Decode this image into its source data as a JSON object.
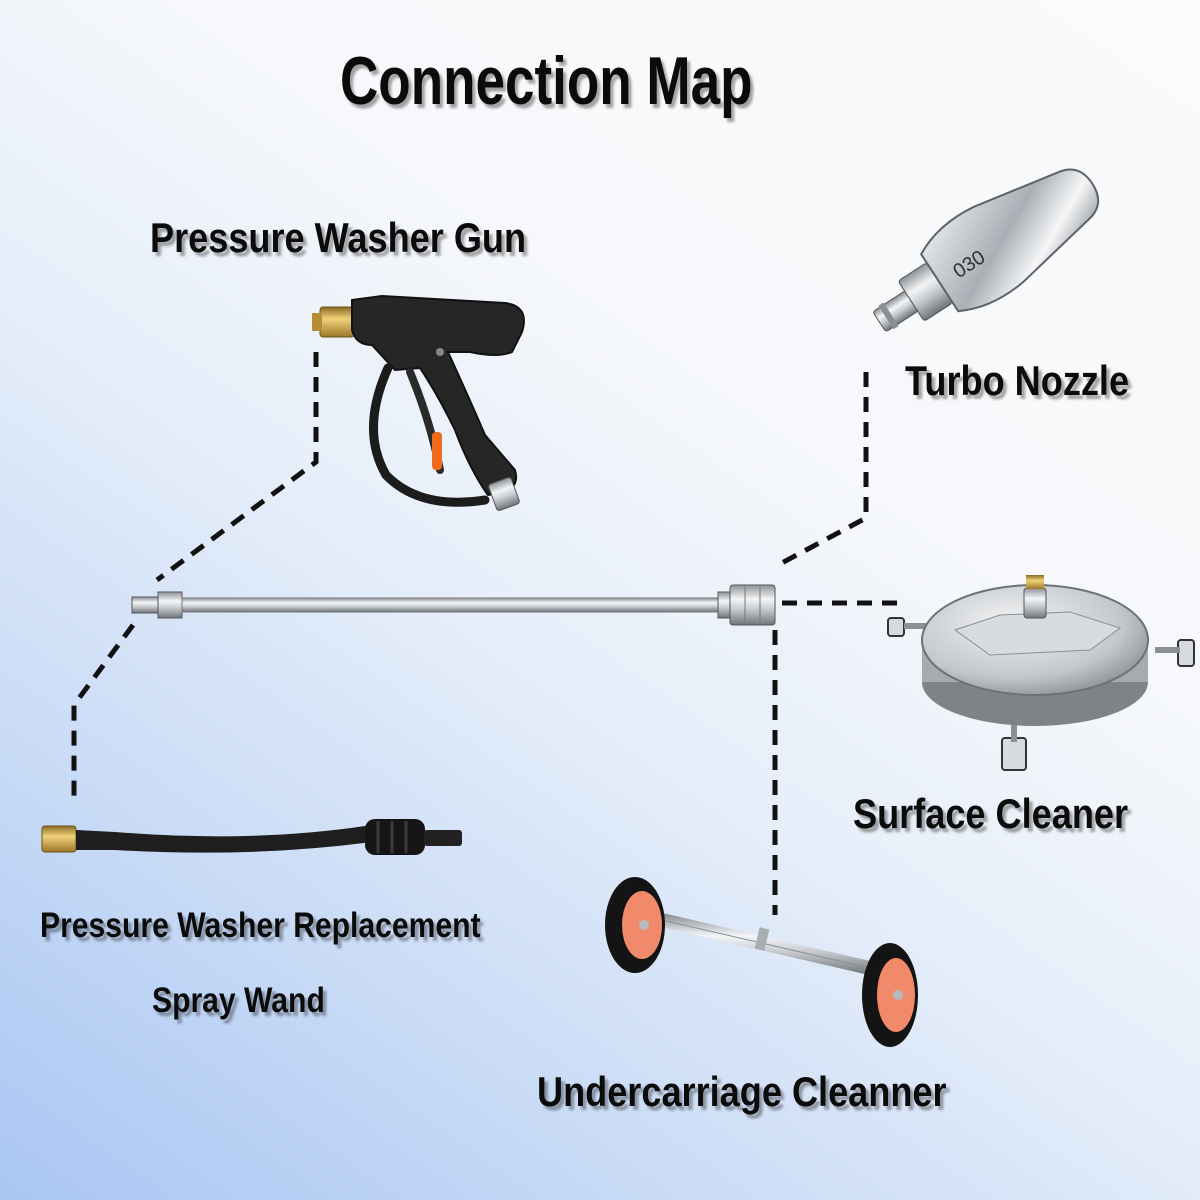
{
  "title": "Connection Map",
  "labels": {
    "pressure_washer_gun": "Pressure Washer Gun",
    "turbo_nozzle": "Turbo Nozzle",
    "surface_cleaner": "Surface Cleaner",
    "replacement_wand_line1": "Pressure Washer Replacement",
    "replacement_wand_line2": "Spray Wand",
    "undercarriage_cleaner": "Undercarriage Cleanner"
  },
  "nozzle_marking": "030",
  "colors": {
    "text": "#0b0b0b",
    "connector_line": "#111111",
    "brass": "#c9a24a",
    "steel": "#c4c8cc",
    "gun_body": "#2a2a2a",
    "trigger_accent": "#f26a1b",
    "wheel_hub": "#f08a6a"
  }
}
